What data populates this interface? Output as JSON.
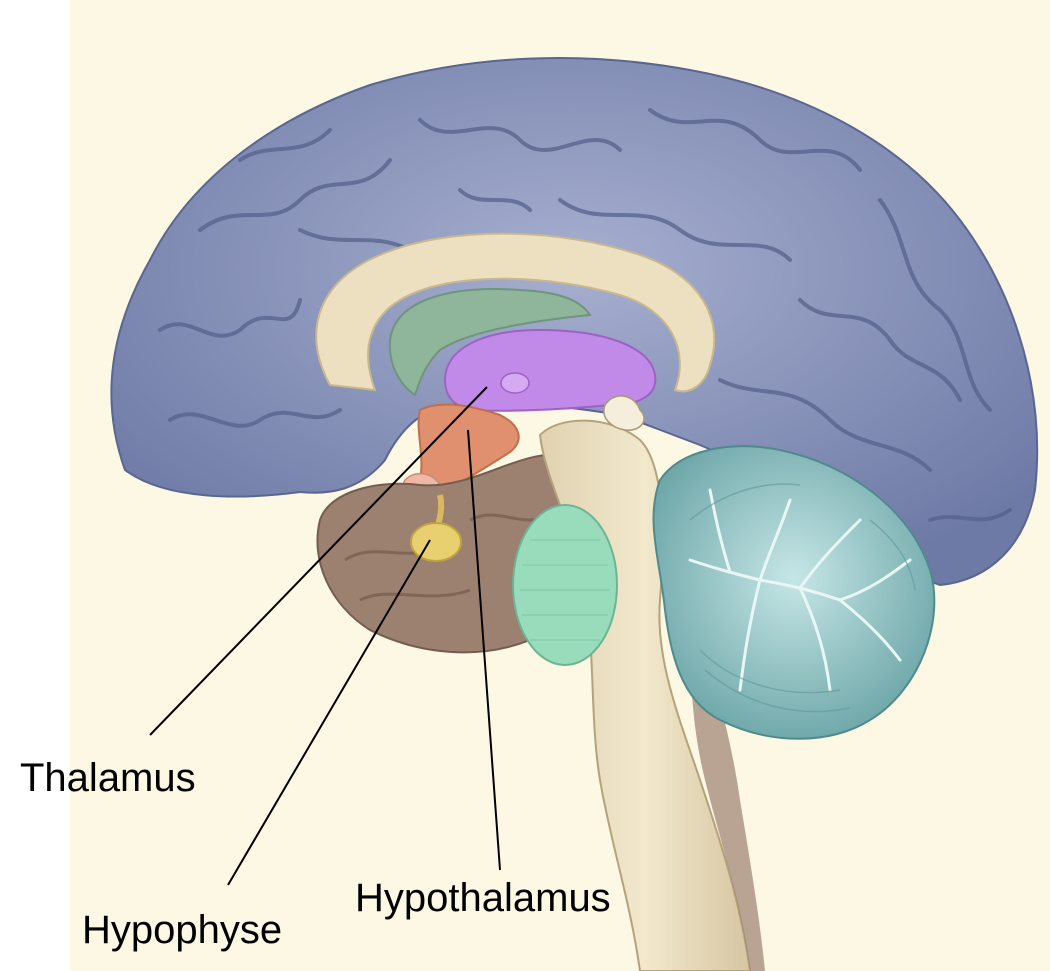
{
  "labels": {
    "thalamus": "Thalamus",
    "hypophyse": "Hypophyse",
    "hypothalamus": "Hypothalamus"
  },
  "colors": {
    "background": "#fcf8e4",
    "cortex": "#7f8bb3",
    "corpus_callosum": "#ece0c0",
    "thalamus": "#c28ae8",
    "hypothalamus": "#e0906e",
    "hypophyse": "#e8d070",
    "brainstem": "#9c8070",
    "pons": "#98dcbc",
    "cerebellum": "#90c4c4",
    "fornix": "#8fb59a"
  }
}
